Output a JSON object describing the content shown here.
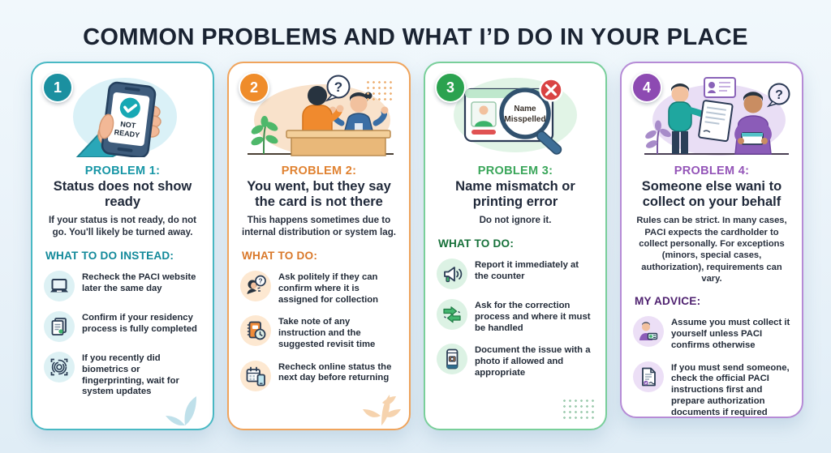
{
  "page": {
    "title": "COMMON PROBLEMS AND WHAT I’D DO IN YOUR PLACE",
    "title_color": "#1a2332",
    "background_color": "#eaf3f9"
  },
  "cards": [
    {
      "number": "1",
      "accent_color": "#1b90a0",
      "border_color": "#49b9c4",
      "illustration": "hand-holding-phone-not-ready",
      "illustration_texts": {
        "badge_line1": "NOT",
        "badge_line2": "READY"
      },
      "problem_label": "PROBLEM 1:",
      "title": "Status does not show ready",
      "description": "If your status is not ready, do not go. You'll likely be turned away.",
      "section_label": "WHAT TO DO INSTEAD:",
      "items": [
        {
          "icon": "laptop-icon",
          "text": "Recheck the PACI website later the same day"
        },
        {
          "icon": "documents-icon",
          "text": "Confirm if your residency process is fully completed"
        },
        {
          "icon": "fingerprint-icon",
          "text": "If you recently did biometrics or fingerprinting, wait for system updates"
        }
      ]
    },
    {
      "number": "2",
      "accent_color": "#ef8c2a",
      "border_color": "#f0a45c",
      "illustration": "counter-conversation",
      "illustration_texts": {
        "question": "?"
      },
      "problem_label": "PROBLEM 2:",
      "title": "You went, but they say the card is not there",
      "description": "This happens sometimes due to internal distribution or system lag.",
      "section_label": "WHAT TO DO:",
      "items": [
        {
          "icon": "ask-politely-icon",
          "text": "Ask politely if they can confirm where it is assigned for collection"
        },
        {
          "icon": "notebook-clock-icon",
          "text": "Take note of any instruction and the suggested revisit time"
        },
        {
          "icon": "calendar-phone-icon",
          "text": "Recheck online status the next day before returning"
        }
      ]
    },
    {
      "number": "3",
      "accent_color": "#2ba24f",
      "border_color": "#79cf9a",
      "illustration": "id-card-magnifier-error",
      "illustration_texts": {
        "magnifier_line1": "Name",
        "magnifier_line2": "Misspelled"
      },
      "problem_label": "PROBLEM 3:",
      "title": "Name mismatch or printing error",
      "description": "Do not ignore it.",
      "section_label": "WHAT TO DO:",
      "items": [
        {
          "icon": "megaphone-icon",
          "text": "Report it immediately at the counter"
        },
        {
          "icon": "process-arrows-icon",
          "text": "Ask for the correction process and where it must be handled"
        },
        {
          "icon": "phone-camera-icon",
          "text": "Document the issue with a photo if allowed and appropriate"
        }
      ]
    },
    {
      "number": "4",
      "accent_color": "#8d4ab2",
      "border_color": "#b68bd6",
      "illustration": "document-handover",
      "illustration_texts": {
        "question": "?"
      },
      "problem_label": "PROBLEM 4:",
      "title": "Someone else wani to collect on your behalf",
      "description": "Rules can be strict. In many cases, PACI expects the cardholder to collect personally. For exceptions (minors, special cases, authorization), requirements can vary.",
      "section_label": "MY ADVICE:",
      "items": [
        {
          "icon": "person-card-icon",
          "text": "Assume you must collect it yourself unless PACI confirms otherwise"
        },
        {
          "icon": "authorization-document-icon",
          "text": "If you must send someone, check the official PACI instructions first and prepare authorization documents if required"
        }
      ]
    }
  ]
}
